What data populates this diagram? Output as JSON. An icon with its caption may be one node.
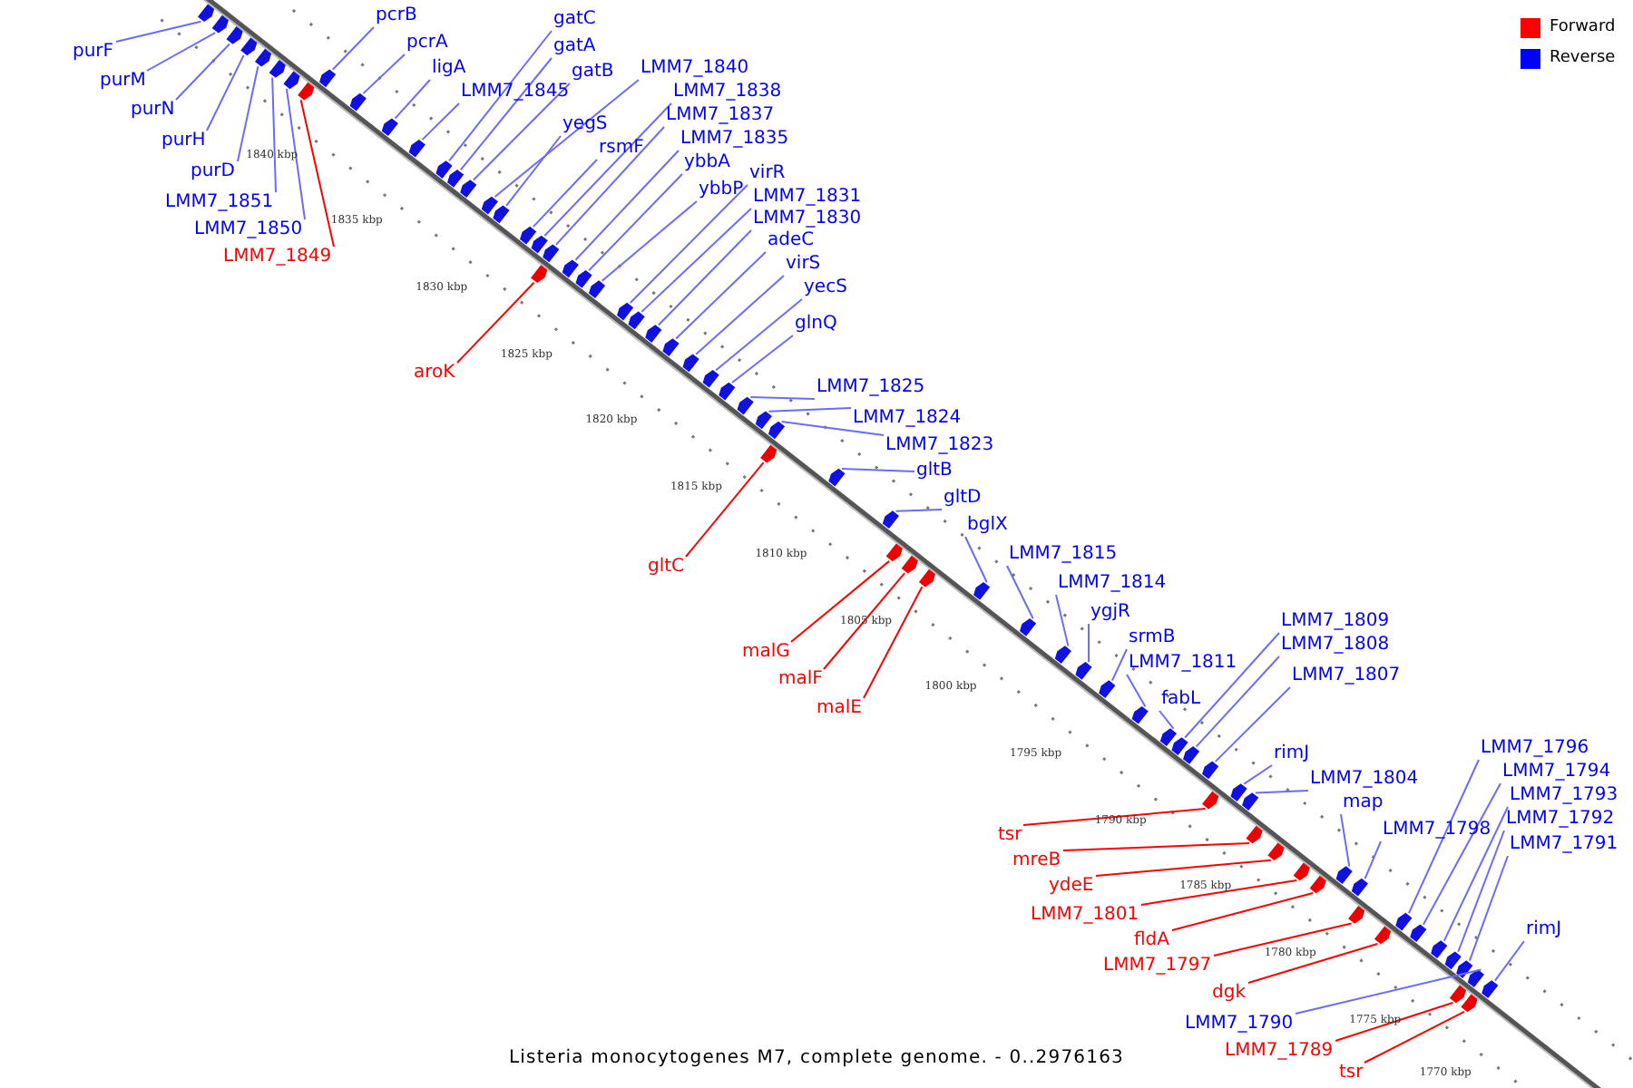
{
  "diagram": {
    "caption": "Listeria monocytogenes M7, complete genome. - 0..2976163",
    "nodes": [
      {
        "text": [
          "purF"
        ]
      },
      {
        "text": [
          "purM"
        ]
      },
      {
        "text": [
          "purN"
        ]
      },
      {
        "text": [
          "purH"
        ]
      },
      {
        "text": [
          "purD"
        ]
      },
      {
        "text": [
          "LMM7_1851"
        ]
      },
      {
        "text": [
          "LMM7_1850"
        ]
      },
      {
        "text": [
          "LMM7_1849"
        ]
      },
      {
        "text": [
          "pcrB"
        ]
      },
      {
        "text": [
          "pcrA"
        ]
      },
      {
        "text": [
          "ligA"
        ]
      },
      {
        "text": [
          "LMM7_1845"
        ]
      },
      {
        "text": [
          "gatC"
        ]
      },
      {
        "text": [
          "gatA"
        ]
      },
      {
        "text": [
          "gatB"
        ]
      },
      {
        "text": [
          "LMM7_1840"
        ]
      },
      {
        "text": [
          "yegS"
        ]
      },
      {
        "text": [
          "LMM7_1838"
        ]
      },
      {
        "text": [
          "LMM7_1837"
        ]
      },
      {
        "text": [
          "rsmF"
        ]
      },
      {
        "text": [
          "LMM7_1835"
        ]
      },
      {
        "text": [
          "ybbA"
        ]
      },
      {
        "text": [
          "ybbP"
        ]
      },
      {
        "text": [
          "virR"
        ]
      },
      {
        "text": [
          "LMM7_1831"
        ]
      },
      {
        "text": [
          "LMM7_1830"
        ]
      },
      {
        "text": [
          "adeC"
        ]
      },
      {
        "text": [
          "virS"
        ]
      },
      {
        "text": [
          "yecS"
        ]
      },
      {
        "text": [
          "glnQ"
        ]
      },
      {
        "text": [
          "aroK"
        ]
      },
      {
        "text": [
          "LMM7_1825"
        ]
      },
      {
        "text": [
          "LMM7_1824"
        ]
      },
      {
        "text": [
          "LMM7_1823"
        ]
      },
      {
        "text": [
          "gltB"
        ]
      },
      {
        "text": [
          "gltD"
        ]
      },
      {
        "text": [
          "bglX"
        ]
      },
      {
        "text": [
          "LMM7_1815"
        ]
      },
      {
        "text": [
          "gltC"
        ]
      },
      {
        "text": [
          "LMM7_1814"
        ]
      },
      {
        "text": [
          "ygjR"
        ]
      },
      {
        "text": [
          "srmB"
        ]
      },
      {
        "text": [
          "malG"
        ]
      },
      {
        "text": [
          "malF"
        ]
      },
      {
        "text": [
          "malE"
        ]
      },
      {
        "text": [
          "LMM7_1811"
        ]
      },
      {
        "text": [
          "LMM7_1809"
        ]
      },
      {
        "text": [
          "LMM7_1808"
        ]
      },
      {
        "text": [
          "fabL"
        ]
      },
      {
        "text": [
          "LMM7_1807"
        ]
      },
      {
        "text": [
          "rimJ"
        ]
      },
      {
        "text": [
          "LMM7_1804"
        ]
      },
      {
        "text": [
          "map"
        ]
      },
      {
        "text": [
          "LMM7_1798"
        ]
      },
      {
        "text": [
          "LMM7_1796"
        ]
      },
      {
        "text": [
          "LMM7_1794"
        ]
      },
      {
        "text": [
          "LMM7_1793"
        ]
      },
      {
        "text": [
          "LMM7_1792"
        ]
      },
      {
        "text": [
          "LMM7_1791"
        ]
      },
      {
        "text": [
          "tsr"
        ]
      },
      {
        "text": [
          "mreB"
        ]
      },
      {
        "text": [
          "ydeE"
        ]
      },
      {
        "text": [
          "LMM7_1801"
        ]
      },
      {
        "text": [
          "fldA"
        ]
      },
      {
        "text": [
          "LMM7_1797"
        ]
      },
      {
        "text": [
          "rimJ"
        ]
      },
      {
        "text": [
          "dgk"
        ]
      },
      {
        "text": [
          "LMM7_1790"
        ]
      },
      {
        "text": [
          "LMM7_1789"
        ]
      },
      {
        "text": [
          "tsr"
        ]
      },
      {
        "text": [],
        "shape": "pentagon"
      },
      {
        "text": [],
        "shape": "pentagon"
      },
      {
        "text": [],
        "shape": "pentagon"
      },
      {
        "text": [],
        "shape": "pentagon"
      },
      {
        "text": [],
        "shape": "pentagon"
      },
      {
        "text": [],
        "shape": "pentagon"
      },
      {
        "text": [],
        "shape": "pentagon"
      },
      {
        "text": [],
        "shape": "pentagon"
      },
      {
        "text": [],
        "shape": "pentagon"
      },
      {
        "text": [],
        "shape": "pentagon"
      },
      {
        "text": [],
        "shape": "pentagon"
      },
      {
        "text": [],
        "shape": "pentagon"
      },
      {
        "text": [],
        "shape": "pentagon"
      },
      {
        "text": [],
        "shape": "pentagon"
      },
      {
        "text": [],
        "shape": "pentagon"
      },
      {
        "text": [],
        "shape": "pentagon"
      },
      {
        "text": [],
        "shape": "pentagon"
      },
      {
        "text": [],
        "shape": "pentagon"
      },
      {
        "text": [],
        "shape": "pentagon"
      },
      {
        "text": [],
        "shape": "pentagon"
      },
      {
        "text": [],
        "shape": "pentagon"
      },
      {
        "text": [],
        "shape": "pentagon"
      },
      {
        "text": [],
        "shape": "pentagon"
      },
      {
        "text": [],
        "shape": "pentagon"
      },
      {
        "text": [],
        "shape": "pentagon"
      },
      {
        "text": [],
        "shape": "pentagon"
      },
      {
        "text": [],
        "shape": "pentagon"
      },
      {
        "text": [],
        "shape": "pentagon"
      },
      {
        "text": [],
        "shape": "pentagon"
      },
      {
        "text": [],
        "shape": "pentagon"
      },
      {
        "text": [],
        "shape": "pentagon"
      },
      {
        "text": [],
        "shape": "pentagon"
      },
      {
        "text": [],
        "shape": "pentagon"
      },
      {
        "text": [],
        "shape": "pentagon"
      },
      {
        "text": [],
        "shape": "pentagon"
      },
      {
        "text": [],
        "shape": "pentagon"
      },
      {
        "text": [],
        "shape": "pentagon"
      },
      {
        "text": [],
        "shape": "pentagon"
      },
      {
        "text": [],
        "shape": "pentagon"
      },
      {
        "text": [],
        "shape": "pentagon"
      },
      {
        "text": [],
        "shape": "pentagon"
      },
      {
        "text": [],
        "shape": "pentagon"
      },
      {
        "text": [],
        "shape": "pentagon"
      },
      {
        "text": [],
        "shape": "pentagon"
      },
      {
        "text": [],
        "shape": "pentagon"
      },
      {
        "text": [],
        "shape": "pentagon"
      },
      {
        "text": [],
        "shape": "pentagon"
      },
      {
        "text": [],
        "shape": "pentagon"
      },
      {
        "text": [],
        "shape": "pentagon"
      },
      {
        "text": [],
        "shape": "pentagon"
      },
      {
        "text": [],
        "shape": "pentagon"
      },
      {
        "text": [],
        "shape": "pentagon"
      },
      {
        "text": [],
        "shape": "pentagon"
      },
      {
        "text": [],
        "shape": "pentagon"
      },
      {
        "text": [],
        "shape": "pentagon"
      },
      {
        "text": [],
        "shape": "pentagon"
      },
      {
        "text": [],
        "shape": "pentagon"
      },
      {
        "text": [],
        "shape": "pentagon"
      },
      {
        "text": [],
        "shape": "pentagon"
      },
      {
        "text": [],
        "shape": "pentagon"
      },
      {
        "text": [],
        "shape": "pentagon"
      },
      {
        "text": [],
        "shape": "pentagon"
      },
      {
        "text": [],
        "shape": "pentagon"
      },
      {
        "text": [],
        "shape": "pentagon"
      },
      {
        "text": [],
        "shape": "pentagon"
      },
      {
        "text": [],
        "shape": "pentagon"
      },
      {
        "text": [],
        "shape": "pentagon"
      },
      {
        "text": [],
        "shape": "pentagon"
      },
      {
        "text": [],
        "shape": "pentagon"
      },
      {
        "text": [],
        "shape": "pentagon"
      }
    ],
    "edges": [
      {
        "from": 0,
        "to": 70,
        "arrow": "none"
      },
      {
        "from": 1,
        "to": 71,
        "arrow": "none"
      },
      {
        "from": 2,
        "to": 72,
        "arrow": "none"
      },
      {
        "from": 3,
        "to": 73,
        "arrow": "none"
      },
      {
        "from": 4,
        "to": 74,
        "arrow": "none"
      },
      {
        "from": 5,
        "to": 75,
        "arrow": "none"
      },
      {
        "from": 6,
        "to": 76,
        "arrow": "none"
      },
      {
        "from": 7,
        "to": 77,
        "arrow": "none",
        "color": "#ff0000"
      },
      {
        "from": 8,
        "to": 78,
        "arrow": "none"
      },
      {
        "from": 9,
        "to": 79,
        "arrow": "none"
      },
      {
        "from": 10,
        "to": 80,
        "arrow": "none"
      },
      {
        "from": 11,
        "to": 81,
        "arrow": "none"
      },
      {
        "from": 12,
        "to": 82,
        "arrow": "none"
      },
      {
        "from": 13,
        "to": 83,
        "arrow": "none"
      },
      {
        "from": 14,
        "to": 84,
        "arrow": "none"
      },
      {
        "from": 15,
        "to": 85,
        "arrow": "none"
      },
      {
        "from": 16,
        "to": 86,
        "arrow": "none"
      },
      {
        "from": 17,
        "to": 87,
        "arrow": "none"
      },
      {
        "from": 18,
        "to": 88,
        "arrow": "none"
      },
      {
        "from": 19,
        "to": 89,
        "arrow": "none"
      },
      {
        "from": 20,
        "to": 90,
        "arrow": "none"
      },
      {
        "from": 21,
        "to": 91,
        "arrow": "none"
      },
      {
        "from": 22,
        "to": 92,
        "arrow": "none"
      },
      {
        "from": 23,
        "to": 93,
        "arrow": "none"
      },
      {
        "from": 24,
        "to": 94,
        "arrow": "none"
      },
      {
        "from": 25,
        "to": 95,
        "arrow": "none"
      },
      {
        "from": 26,
        "to": 96,
        "arrow": "none"
      },
      {
        "from": 27,
        "to": 97,
        "arrow": "none"
      },
      {
        "from": 28,
        "to": 98,
        "arrow": "none"
      },
      {
        "from": 29,
        "to": 99,
        "arrow": "none"
      },
      {
        "from": 30,
        "to": 100,
        "arrow": "none",
        "color": "#ff0000"
      },
      {
        "from": 31,
        "to": 101,
        "arrow": "none"
      },
      {
        "from": 32,
        "to": 102,
        "arrow": "none"
      },
      {
        "from": 33,
        "to": 103,
        "arrow": "none"
      },
      {
        "from": 34,
        "to": 104,
        "arrow": "none"
      },
      {
        "from": 35,
        "to": 105,
        "arrow": "none"
      },
      {
        "from": 36,
        "to": 106,
        "arrow": "none"
      },
      {
        "from": 37,
        "to": 107,
        "arrow": "none"
      },
      {
        "from": 38,
        "to": 108,
        "arrow": "none",
        "color": "#ff0000"
      },
      {
        "from": 39,
        "to": 109,
        "arrow": "none"
      },
      {
        "from": 40,
        "to": 110,
        "arrow": "none"
      },
      {
        "from": 41,
        "to": 111,
        "arrow": "none"
      },
      {
        "from": 42,
        "to": 112,
        "arrow": "none",
        "color": "#ff0000"
      },
      {
        "from": 43,
        "to": 113,
        "arrow": "none",
        "color": "#ff0000"
      },
      {
        "from": 44,
        "to": 114,
        "arrow": "none",
        "color": "#ff0000"
      },
      {
        "from": 45,
        "to": 115,
        "arrow": "none"
      },
      {
        "from": 46,
        "to": 116,
        "arrow": "none"
      },
      {
        "from": 47,
        "to": 117,
        "arrow": "none"
      },
      {
        "from": 48,
        "to": 118,
        "arrow": "none"
      },
      {
        "from": 49,
        "to": 119,
        "arrow": "none"
      },
      {
        "from": 50,
        "to": 120,
        "arrow": "none"
      },
      {
        "from": 51,
        "to": 121,
        "arrow": "none"
      },
      {
        "from": 52,
        "to": 122,
        "arrow": "none"
      },
      {
        "from": 53,
        "to": 123,
        "arrow": "none"
      },
      {
        "from": 54,
        "to": 124,
        "arrow": "none"
      },
      {
        "from": 55,
        "to": 125,
        "arrow": "none"
      },
      {
        "from": 56,
        "to": 126,
        "arrow": "none"
      },
      {
        "from": 57,
        "to": 127,
        "arrow": "none"
      },
      {
        "from": 58,
        "to": 128,
        "arrow": "none"
      },
      {
        "from": 59,
        "to": 129,
        "arrow": "none",
        "color": "#ff0000"
      },
      {
        "from": 60,
        "to": 130,
        "arrow": "none",
        "color": "#ff0000"
      },
      {
        "from": 61,
        "to": 131,
        "arrow": "none",
        "color": "#ff0000"
      },
      {
        "from": 62,
        "to": 132,
        "arrow": "none",
        "color": "#ff0000"
      },
      {
        "from": 63,
        "to": 133,
        "arrow": "none",
        "color": "#ff0000"
      },
      {
        "from": 64,
        "to": 134,
        "arrow": "none",
        "color": "#ff0000"
      },
      {
        "from": 65,
        "to": 135,
        "arrow": "none"
      },
      {
        "from": 66,
        "to": 136,
        "arrow": "none",
        "color": "#ff0000"
      },
      {
        "from": 67,
        "to": 137,
        "arrow": "none"
      },
      {
        "from": 68,
        "to": 138,
        "arrow": "none",
        "color": "#ff0000"
      },
      {
        "from": 69,
        "to": 139,
        "arrow": "none",
        "color": "#ff0000"
      }
    ],
    "labels": [
      "1840 kbp",
      "1835 kbp",
      "1830 kbp",
      "1825 kbp",
      "1820 kbp",
      "1815 kbp",
      "1810 kbp",
      "1805 kbp",
      "1800 kbp",
      "1795 kbp",
      "1790 kbp",
      "1785 kbp",
      "1780 kbp",
      "1775 kbp",
      "1770 kbp"
    ],
    "legend": [
      {
        "text": "Forward",
        "color": "#ff0000"
      },
      {
        "text": "Reverse",
        "color": "#0000ff"
      }
    ]
  }
}
